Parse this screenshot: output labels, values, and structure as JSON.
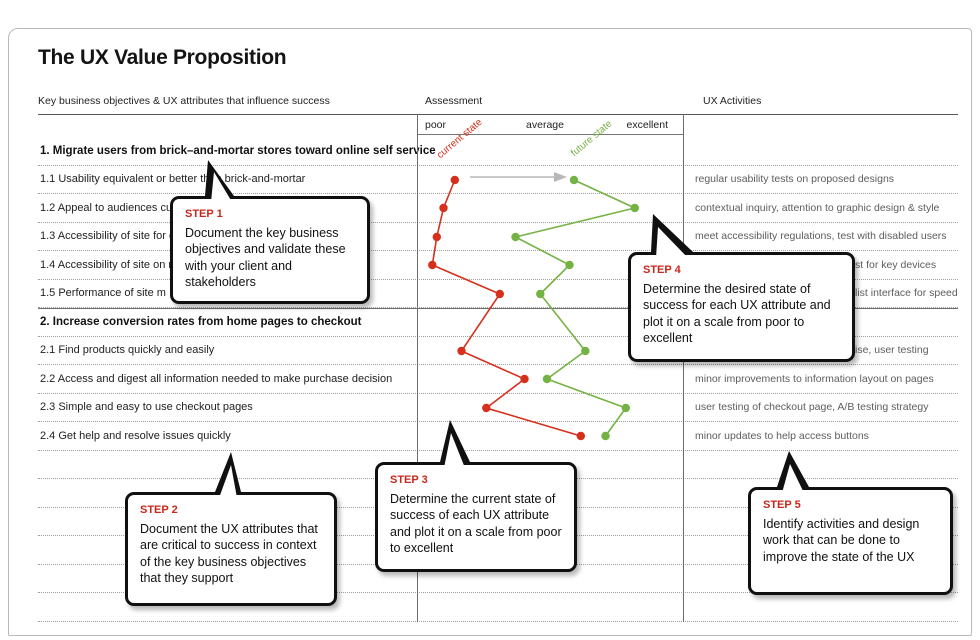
{
  "page": {
    "title": "The UX Value Proposition"
  },
  "columns": {
    "objectives": "Key business objectives & UX attributes that influence success",
    "assessment": "Assessment",
    "activities": "UX Activities"
  },
  "scale": {
    "poor": "poor",
    "average": "average",
    "excellent": "excellent"
  },
  "series_labels": {
    "current": "current state",
    "future": "future state"
  },
  "rows": [
    {
      "type": "section",
      "label": "1. Migrate users from brick–and-mortar stores toward online self service",
      "activity": ""
    },
    {
      "type": "item",
      "label": "1.1 Usability equivalent or better than brick-and-mortar",
      "activity": "regular usability tests on proposed designs"
    },
    {
      "type": "item",
      "label": "1.2 Appeal to audiences cu",
      "activity": "contextual inquiry, attention to graphic design & style"
    },
    {
      "type": "item",
      "label": "1.3 Accessibility of site for d",
      "activity": "meet accessibility regulations, test with disabled users"
    },
    {
      "type": "item",
      "label": "1.4 Accessibility of site on m",
      "activity": "st for key devices"
    },
    {
      "type": "item",
      "label": "1.5 Performance of site m",
      "activity": "list interface for speed"
    },
    {
      "type": "section",
      "label": "2. Increase conversion rates from home pages to checkout",
      "activity": ""
    },
    {
      "type": "item",
      "label": "2.1 Find products quickly and easily",
      "activity": "ise, user testing"
    },
    {
      "type": "item",
      "label": "2.2 Access and digest all information needed to make purchase decision",
      "activity": "minor improvements to information layout on pages"
    },
    {
      "type": "item",
      "label": "2.3 Simple and easy to use checkout pages",
      "activity": "user testing of checkout page, A/B testing strategy"
    },
    {
      "type": "item",
      "label": "2.4 Get help and resolve issues quickly",
      "activity": "minor updates to help access buttons"
    }
  ],
  "steps": [
    {
      "label": "STEP 1",
      "text": "Document the key  business objectives and validate these with your client and stakeholders"
    },
    {
      "label": "STEP 2",
      "text": "Document the UX attributes that are critical to success in context of the key business objectives that they support"
    },
    {
      "label": "STEP 3",
      "text": "Determine the current state of success of each UX attribute and plot it on a scale from poor to excellent"
    },
    {
      "label": "STEP 4",
      "text": "Determine the desired state of success for each UX attribute and plot it on a scale from poor to excellent"
    },
    {
      "label": "STEP 5",
      "text": "Identify activities and design work that can be done to improve the state of the UX"
    }
  ],
  "chart_data": {
    "type": "line",
    "title": "Assessment of UX attributes on poor-to-excellent scale",
    "x_scale": {
      "ticks": [
        "poor",
        "average",
        "excellent"
      ],
      "range": [
        0,
        1
      ]
    },
    "categories": [
      "1.1",
      "1.2",
      "1.3",
      "1.4",
      "1.5",
      "2.1",
      "2.2",
      "2.3",
      "2.4"
    ],
    "series": [
      {
        "name": "current state",
        "color": "#d6301d",
        "values": [
          0.11,
          0.06,
          0.03,
          0.01,
          0.31,
          0.14,
          0.42,
          0.25,
          0.67
        ]
      },
      {
        "name": "future state",
        "color": "#74b243",
        "values": [
          0.64,
          0.91,
          0.38,
          0.62,
          0.49,
          0.69,
          0.52,
          0.87,
          0.78
        ]
      }
    ],
    "annotations": [
      {
        "type": "arrow",
        "from_series": "current state",
        "to_series": "future state",
        "row": "1.1",
        "color": "#b8b8b8"
      }
    ]
  },
  "colors": {
    "current": "#d6301d",
    "future": "#74b243",
    "step_label": "#c9271c",
    "arrow": "#b8b8b8"
  }
}
